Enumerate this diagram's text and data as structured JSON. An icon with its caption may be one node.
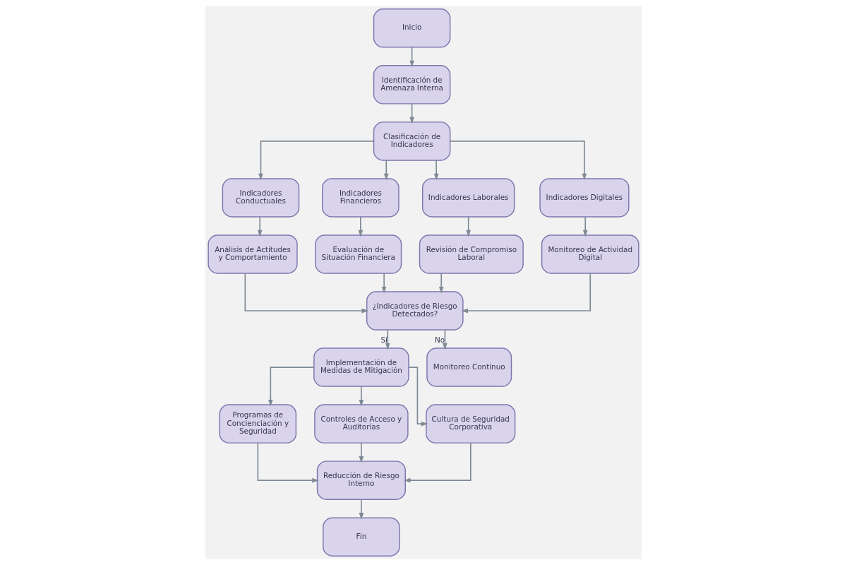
{
  "diagram": {
    "nodes": [
      {
        "text": [
          "Inicio"
        ]
      },
      {
        "text": [
          "Identificación de Amenaza Interna"
        ]
      },
      {
        "text": [
          "Clasificación de Indicadores"
        ]
      },
      {
        "text": [
          "Indicadores Conductuales"
        ]
      },
      {
        "text": [
          "Indicadores Financieros"
        ]
      },
      {
        "text": [
          "Indicadores Laborales"
        ]
      },
      {
        "text": [
          "Indicadores Digitales"
        ]
      },
      {
        "text": [
          "Análisis de Actitudes y Comportamiento"
        ]
      },
      {
        "text": [
          "Evaluación de Situación Financiera"
        ]
      },
      {
        "text": [
          "Revisión de Compromiso Laboral"
        ]
      },
      {
        "text": [
          "Monitoreo de Actividad Digital"
        ]
      },
      {
        "text": [
          "¿Indicadores de Riesgo Detectados?"
        ]
      },
      {
        "text": [
          "Implementación de Medidas de Mitigación"
        ]
      },
      {
        "text": [
          "Monitoreo Continuo"
        ]
      },
      {
        "text": [
          "Programas de Concienciación y Seguridad"
        ]
      },
      {
        "text": [
          "Controles de Acceso y Auditorías"
        ]
      },
      {
        "text": [
          "Cultura de Seguridad Corporativa"
        ]
      },
      {
        "text": [
          "Reducción de Riesgo Interno"
        ]
      },
      {
        "text": [
          "Fin"
        ]
      }
    ],
    "edges": [
      {
        "from": 0,
        "to": 1,
        "arrow": "to"
      },
      {
        "from": 1,
        "to": 2,
        "arrow": "to"
      },
      {
        "from": 2,
        "to": 3,
        "arrow": "to"
      },
      {
        "from": 2,
        "to": 4,
        "arrow": "to"
      },
      {
        "from": 2,
        "to": 5,
        "arrow": "to"
      },
      {
        "from": 2,
        "to": 6,
        "arrow": "to"
      },
      {
        "from": 3,
        "to": 7,
        "arrow": "to"
      },
      {
        "from": 4,
        "to": 8,
        "arrow": "to"
      },
      {
        "from": 5,
        "to": 9,
        "arrow": "to"
      },
      {
        "from": 6,
        "to": 10,
        "arrow": "to"
      },
      {
        "from": 7,
        "to": 11,
        "arrow": "to"
      },
      {
        "from": 8,
        "to": 11,
        "arrow": "to"
      },
      {
        "from": 9,
        "to": 11,
        "arrow": "to"
      },
      {
        "from": 10,
        "to": 11,
        "arrow": "to"
      },
      {
        "from": 11,
        "to": 12,
        "arrow": "to",
        "label": "Sí"
      },
      {
        "from": 11,
        "to": 13,
        "arrow": "to",
        "label": "No"
      },
      {
        "from": 12,
        "to": 14,
        "arrow": "to"
      },
      {
        "from": 12,
        "to": 15,
        "arrow": "to"
      },
      {
        "from": 12,
        "to": 16,
        "arrow": "to"
      },
      {
        "from": 14,
        "to": 17,
        "arrow": "to"
      },
      {
        "from": 15,
        "to": 17,
        "arrow": "to"
      },
      {
        "from": 16,
        "to": 17,
        "arrow": "to"
      },
      {
        "from": 17,
        "to": 18,
        "arrow": "to"
      }
    ]
  }
}
